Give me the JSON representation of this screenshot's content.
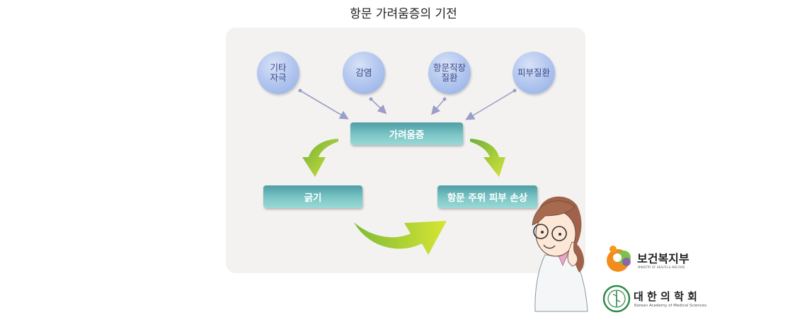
{
  "title": "항문 가려움증의 기전",
  "causes": [
    {
      "lines": [
        "기타",
        "자극"
      ]
    },
    {
      "lines": [
        "감염"
      ]
    },
    {
      "lines": [
        "항문직장",
        "질환"
      ]
    },
    {
      "lines": [
        "피부질환"
      ]
    }
  ],
  "center": "가려움증",
  "left_result": "긁기",
  "right_result": "항문 주위 피부 손상",
  "logos": {
    "ministry": {
      "name": "보건복지부",
      "subtitle": "MINISTRY OF HEALTH & WELFARE"
    },
    "academy": {
      "name": "대 한 의 학 회",
      "subtitle": "Korean Academy of Medical Sciences"
    }
  },
  "colors": {
    "circle": "#a9c0ec",
    "circle_text": "#3d4a86",
    "box": "#6fbcbf",
    "arrow_green": "#9bcc2a",
    "connector": "#9a9ec9",
    "panel": "#f3f2f0"
  }
}
